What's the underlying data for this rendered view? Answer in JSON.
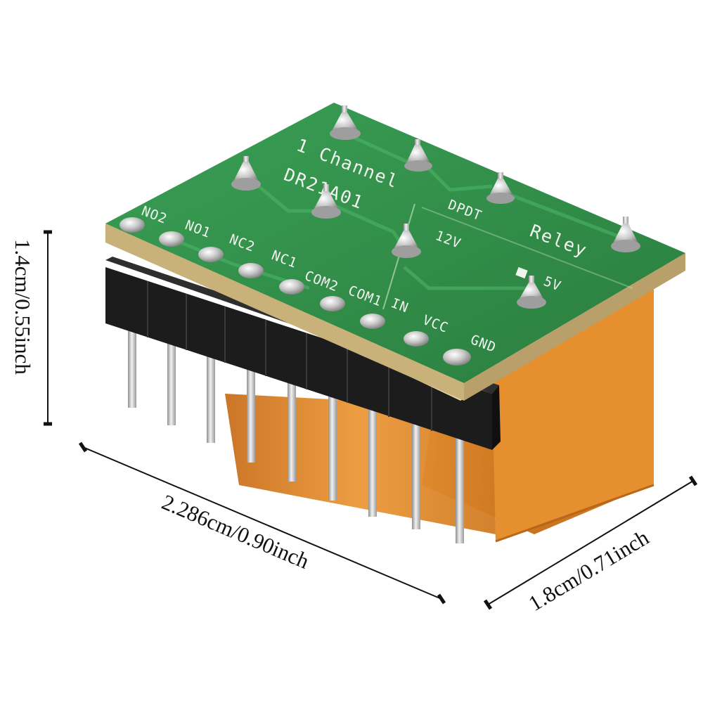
{
  "dimensions": {
    "height": "1.4cm/0.55inch",
    "length": "2.286cm/0.90inch",
    "width": "1.8cm/0.71inch"
  },
  "board": {
    "title_line1": "1 Channel",
    "model": "DR21A01",
    "type": "DPDT",
    "relay": "Reley",
    "v12": "12V",
    "v5": "5V"
  },
  "pins": [
    "NO2",
    "NO1",
    "NC2",
    "NC1",
    "COM2",
    "COM1",
    "IN",
    "VCC",
    "GND"
  ],
  "colors": {
    "pcb": "#2f8a45",
    "relay": "#e0892b",
    "header": "#1b1b1b",
    "pin": "#c9c9c9"
  }
}
